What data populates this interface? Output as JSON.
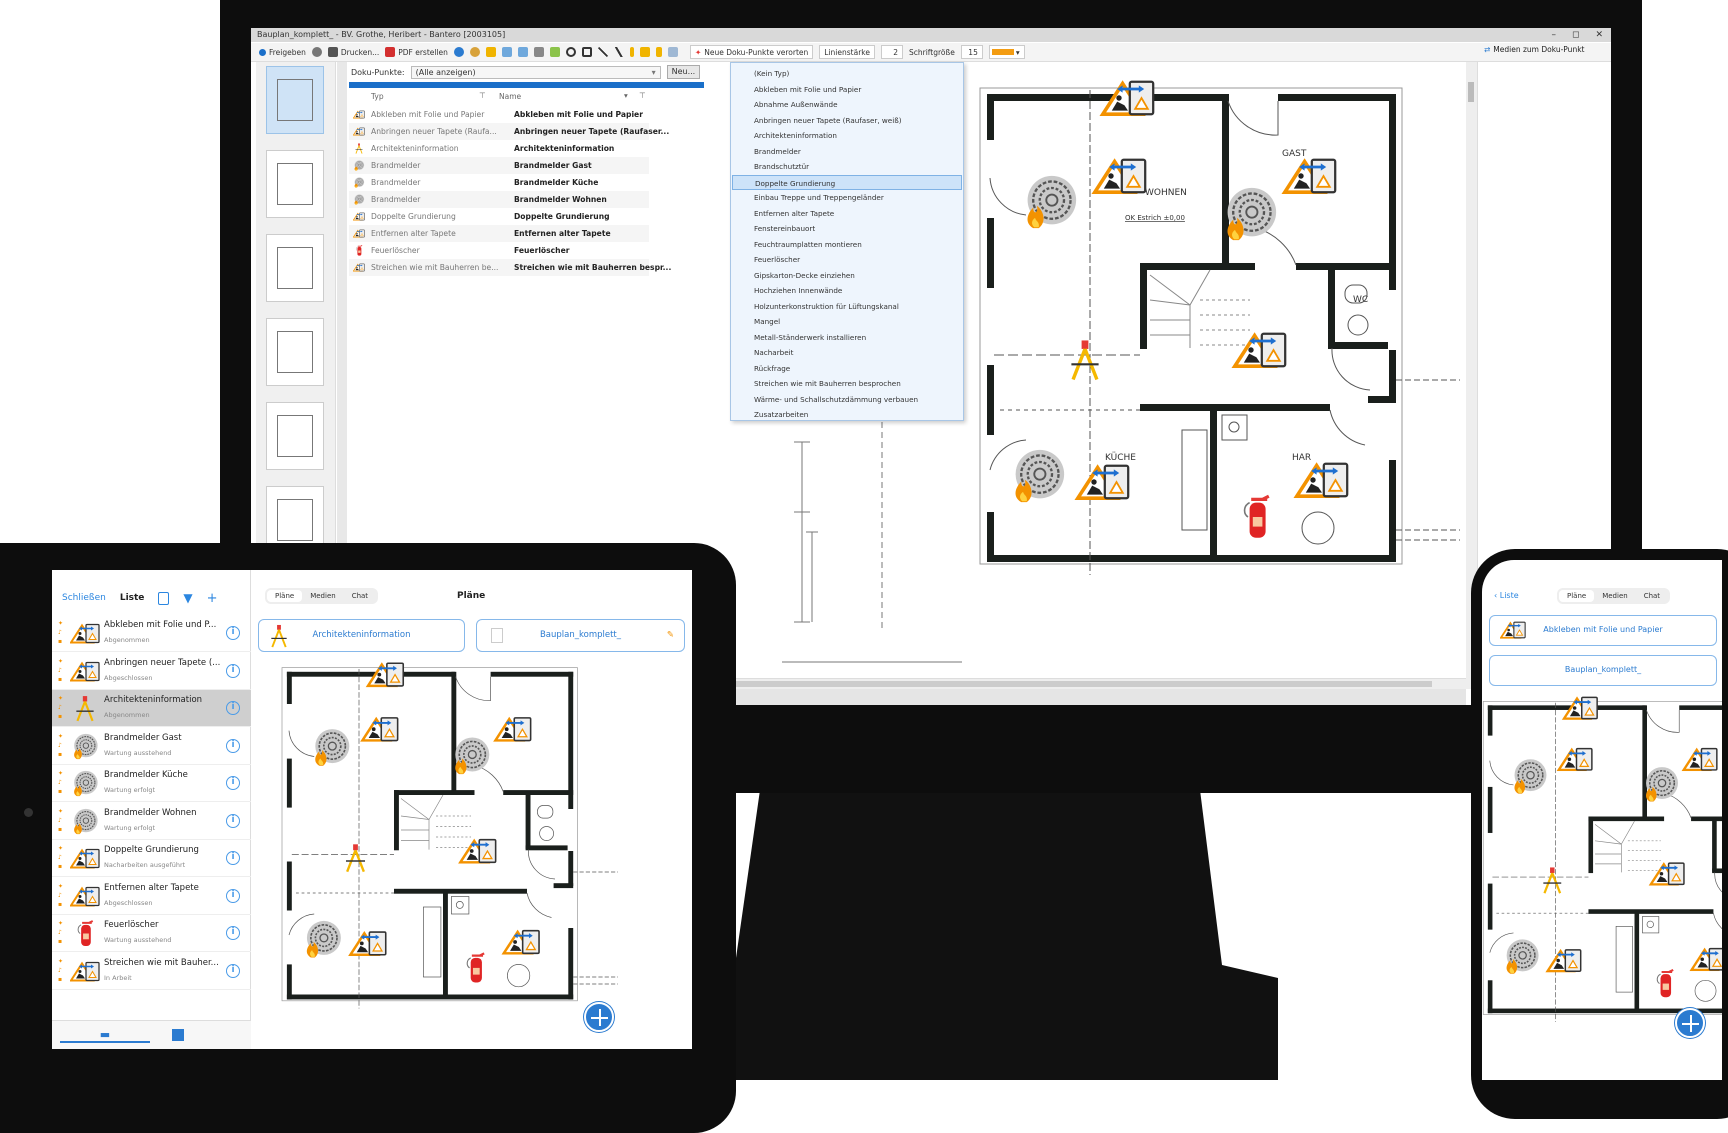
{
  "desktop": {
    "window_title": "Bauplan_komplett_ - BV. Grothe, Heribert - Bantero [2003105]",
    "window_controls": [
      "–",
      "◻",
      "✕"
    ],
    "toolbar": {
      "share": "Freigeben",
      "print": "Drucken...",
      "pdf": "PDF erstellen",
      "place_points": "Neue Doku-Punkte verorten",
      "line_width_label": "Linienstärke",
      "line_width_value": "2",
      "font_size_label": "Schriftgröße",
      "font_size_value": "15",
      "color": "#f39c12"
    },
    "list": {
      "filter_label": "Doku-Punkte:",
      "filter_value": "(Alle anzeigen)",
      "new_button": "Neu...",
      "col_type": "Typ",
      "col_name": "Name",
      "rows": [
        {
          "type": "Abkleben mit Folie und Papier",
          "name": "Abkleben mit Folie und Papier",
          "icon": "work"
        },
        {
          "type": "Anbringen neuer Tapete (Raufa...",
          "name": "Anbringen neuer Tapete (Raufaser...",
          "icon": "work"
        },
        {
          "type": "Architekteninformation",
          "name": "Architekteninformation",
          "icon": "arch"
        },
        {
          "type": "Brandmelder",
          "name": "Brandmelder Gast",
          "icon": "smoke"
        },
        {
          "type": "Brandmelder",
          "name": "Brandmelder Küche",
          "icon": "smoke"
        },
        {
          "type": "Brandmelder",
          "name": "Brandmelder Wohnen",
          "icon": "smoke"
        },
        {
          "type": "Doppelte Grundierung",
          "name": "Doppelte Grundierung",
          "icon": "work"
        },
        {
          "type": "Entfernen alter Tapete",
          "name": "Entfernen alter Tapete",
          "icon": "work"
        },
        {
          "type": "Feuerlöscher",
          "name": "Feuerlöscher",
          "icon": "ext"
        },
        {
          "type": "Streichen wie mit Bauherren be...",
          "name": "Streichen wie mit Bauherren bespr...",
          "icon": "work"
        }
      ]
    },
    "type_dropdown": {
      "selected_index": 7,
      "options": [
        "(Kein Typ)",
        "Abkleben mit Folie und Papier",
        "Abnahme Außenwände",
        "Anbringen neuer Tapete (Raufaser, weiß)",
        "Architekteninformation",
        "Brandmelder",
        "Brandschutztür",
        "Doppelte Grundierung",
        "Einbau Treppe und Treppengeländer",
        "Entfernen alter Tapete",
        "Fenstereinbauort",
        "Feuchtraumplatten montieren",
        "Feuerlöscher",
        "Gipskarton-Decke einziehen",
        "Hochziehen Innenwände",
        "Holzunterkonstruktion für Lüftungskanal",
        "Mangel",
        "Metall-Ständerwerk installieren",
        "Nacharbeit",
        "Rückfrage",
        "Streichen wie mit Bauherren besprochen",
        "Wärme- und Schallschutzdämmung verbauen",
        "Zusatzarbeiten"
      ]
    },
    "right_panel": {
      "media_button": "Medien zum Doku-Punkt"
    }
  },
  "plan": {
    "rooms": {
      "living": "WOHNEN",
      "guest": "GAST",
      "kitchen": "KÜCHE",
      "utility": "HAR",
      "wc": "WC"
    },
    "level_note": "OK Estrich ±0,00"
  },
  "tablet": {
    "close": "Schließen",
    "list_title": "Liste",
    "items": [
      {
        "title": "Abkleben mit Folie und P...",
        "status": "Abgenommen",
        "icon": "work"
      },
      {
        "title": "Anbringen neuer Tapete (...",
        "status": "Abgeschlossen",
        "icon": "work"
      },
      {
        "title": "Architekteninformation",
        "status": "Abgenommen",
        "icon": "arch"
      },
      {
        "title": "Brandmelder Gast",
        "status": "Wartung ausstehend",
        "icon": "smoke"
      },
      {
        "title": "Brandmelder Küche",
        "status": "Wartung erfolgt",
        "icon": "smoke"
      },
      {
        "title": "Brandmelder Wohnen",
        "status": "Wartung erfolgt",
        "icon": "smoke"
      },
      {
        "title": "Doppelte Grundierung",
        "status": "Nacharbeiten ausgeführt",
        "icon": "work"
      },
      {
        "title": "Entfernen alter Tapete",
        "status": "Abgeschlossen",
        "icon": "work"
      },
      {
        "title": "Feuerlöscher",
        "status": "Wartung ausstehend",
        "icon": "ext"
      },
      {
        "title": "Streichen wie mit Bauher...",
        "status": "In Arbeit",
        "icon": "work"
      }
    ],
    "selected_index": 2,
    "segments": [
      "Pläne",
      "Medien",
      "Chat"
    ],
    "panel_title": "Pläne",
    "card_point": "Architekteninformation",
    "card_plan": "Bauplan_komplett_"
  },
  "phone": {
    "back": "Liste",
    "segments": [
      "Pläne",
      "Medien",
      "Chat"
    ],
    "card_point": "Abkleben mit Folie und Papier",
    "card_plan": "Bauplan_komplett_"
  }
}
